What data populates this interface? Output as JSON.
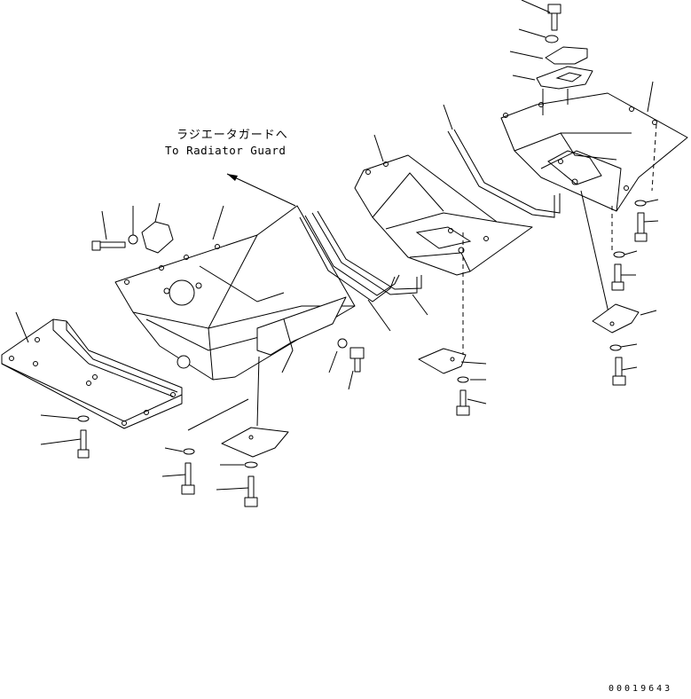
{
  "annotation": {
    "japanese": "ラジエータガードへ",
    "english": "To Radiator Guard"
  },
  "drawing_code": "00019643"
}
